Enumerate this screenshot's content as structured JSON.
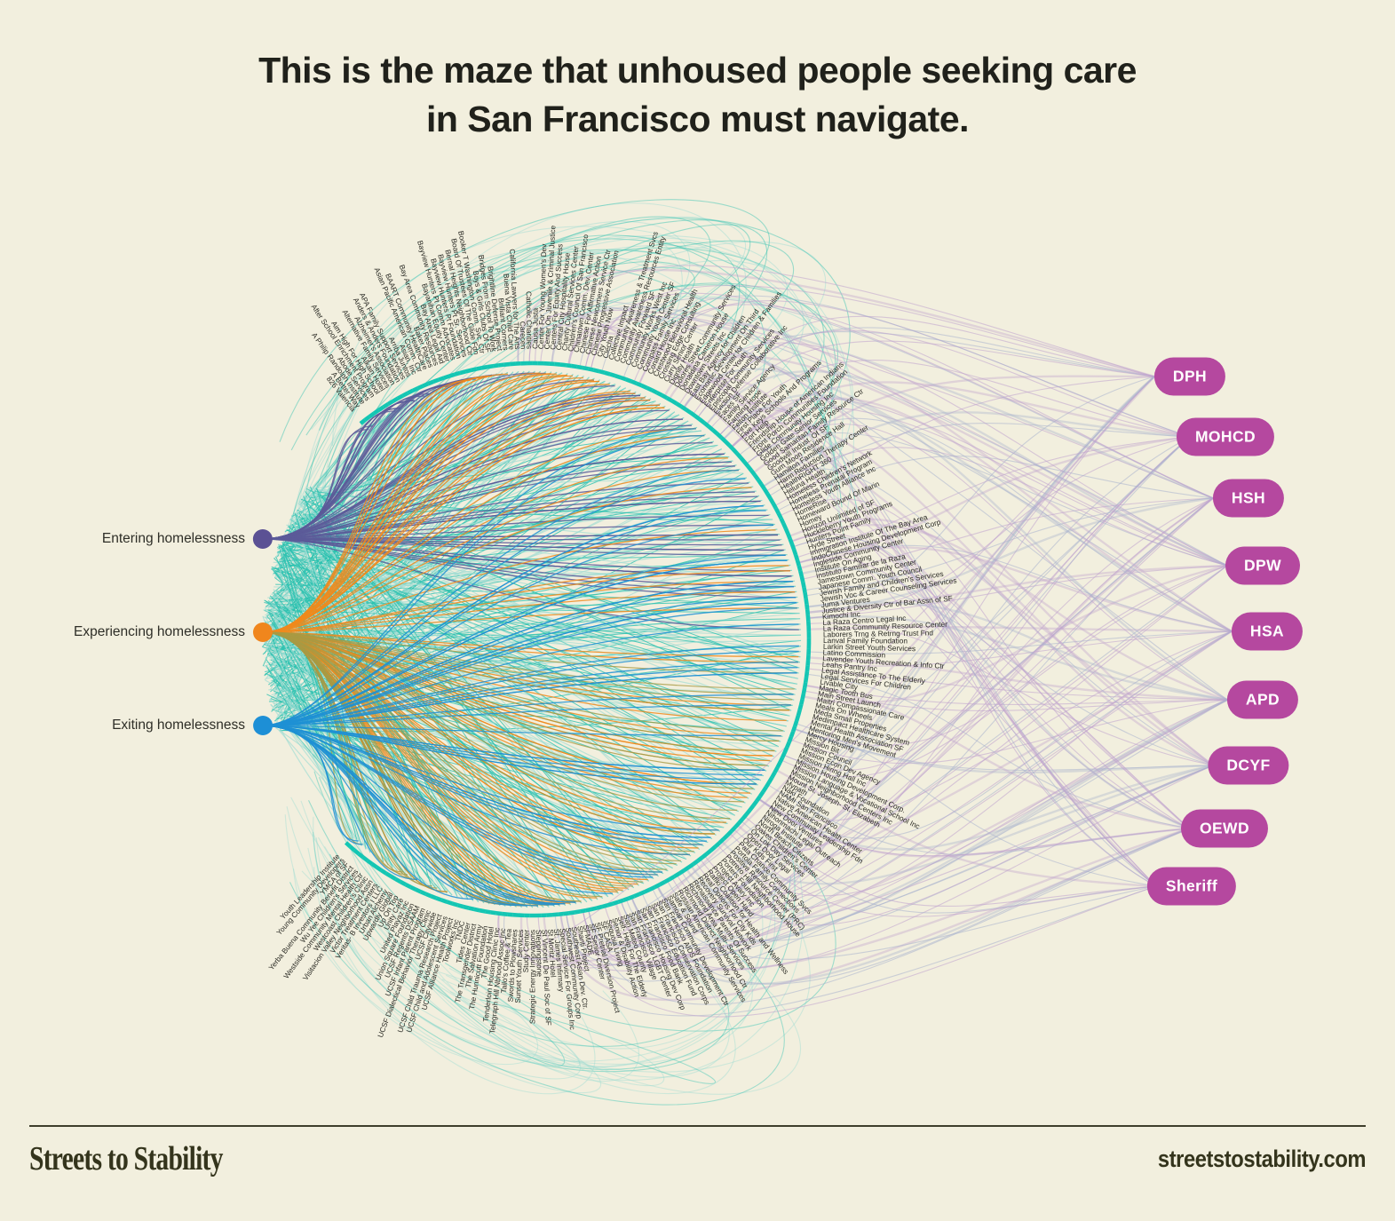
{
  "title": {
    "line1": "This is the maze that unhoused people seeking care",
    "line2": "in San Francisco must navigate."
  },
  "footer": {
    "brand": "Streets to Stability",
    "website": "streetstostability.com"
  },
  "chart_data": {
    "type": "network",
    "title": "This is the maze that unhoused people seeking care in San Francisco must navigate.",
    "description": "Radial network: three homelessness phases on the left connect to a ring of service organizations; ring organizations connect to city agencies on the right.",
    "left_nodes": [
      {
        "label": "Entering homelessness",
        "color": "#5b5194"
      },
      {
        "label": "Experiencing homelessness",
        "color": "#f0861d"
      },
      {
        "label": "Exiting homelessness",
        "color": "#1d8fd6"
      }
    ],
    "right_nodes": [
      {
        "label": "DPH"
      },
      {
        "label": "MOHCD"
      },
      {
        "label": "HSH"
      },
      {
        "label": "DPW"
      },
      {
        "label": "HSA"
      },
      {
        "label": "APD"
      },
      {
        "label": "DCYF"
      },
      {
        "label": "OEWD"
      },
      {
        "label": "Sheriff"
      }
    ],
    "palette": {
      "background": "#f2efde",
      "ring_teal": "#14c6b3",
      "chord_teal": "#2cc2b0",
      "chord_teal_light": "#9cdcd2",
      "entering": "#5c5b99",
      "experiencing": "#f08a1c",
      "exiting": "#1e90d4",
      "olive": "#a79a43",
      "lavender": "#bfa3cd",
      "lavender_grey": "#a9b2cd",
      "agency_pill": "#b5489f",
      "label_ink": "#2a2a24"
    },
    "ring_organizations": [
      "826 Valencia",
      "A Better Way",
      "A Philip Randolph Institute",
      "Abode Services",
      "After School Enrichment Program",
      "Aim High For High School",
      "Alkain Hotel",
      "Alternative Family Services",
      "Alzheimer's Association",
      "Anders & Anders Foundation",
      "APA Family Support Services",
      "Arriba Juntos",
      "Asian, Inc",
      "Asian Pacific American Comm. Ctr",
      "BAART Community HealthCare",
      "Baker Places",
      "Bay Area Community Resources",
      "Bay Area Legal Aid",
      "Bayanihan Equity Center",
      "Bayview Hunters Pt Comm Advocates",
      "Bayview Hunters Pt Foundation",
      "Bayview Hunters Pt Sr. Services",
      "Bernal Heights Neighborhood Ctr",
      "Board Of Trustees Of The Glide Fdn",
      "Booker T Washington Comm. Svc. Ctr",
      "Boys & Girls Clubs Of SF",
      "Bridges From School To Work",
      "Brightline Defense Project",
      "Brilliant Corners",
      "Buena Vista Child Care",
      "California Lawyers for The Arts",
      "Carecen",
      "Catholic Charities",
      "Causa Justa",
      "Center For Young Women's Dev",
      "Center On Juvenile & Criminal Justice",
      "Centers For Equity And Success",
      "Central City Hospitality House",
      "Charity Cultural Services Center",
      "Children's Council Of San Francisco",
      "Chinatown Comm. Dev. Center",
      "Chinese For Affirmative Action",
      "Chinese Newcomers Service Ctr",
      "Chinese Progressive Association",
      "City Youth Now",
      "Clecha",
      "Collective Impact",
      "Community Awareness & Treatment Svcs",
      "Community Awareness Resources Entity",
      "Community Forward SF",
      "Community Works West Inc",
      "Community Youth Center SF",
      "Compass Family Services",
      "Conard House Inc",
      "Crestwood Behavioral Health",
      "Crossing Edge Consulting",
      "Curry Senior Center",
      "Dignity Health",
      "Dolores Street Community Services",
      "Donaldina Cameron House",
      "Downtown Streets Inc",
      "East Bay Agency for Children",
      "Economic Development On Third",
      "Edgewood Center for Children & Families",
      "Enterprise For Youth",
      "Episcopal Community Services",
      "Eviction Defense Collaborative Inc",
      "Faces SF",
      "Family Service Agency",
      "Farming Hope",
      "Felton Institute",
      "First Place For Youth",
      "Five Keys Schools And Programs",
      "Fort Help",
      "Friendship House of American Indians",
      "Front Porch Communities Foundation",
      "Glide Community Housing Inc",
      "Golden Gate Senior Services",
      "Good Samaritan Family Resource Ctr",
      "Goodwill Indust. Of SF",
      "Gum Moon Residence Hall",
      "Hamilton Families",
      "Harm Reduction Therapy Center",
      "HealthRIGHT 360",
      "Heluna Health",
      "Homeless Children's Network",
      "Homeless Prenatal Program",
      "Homeless Youth Alliance Inc",
      "HomeRise",
      "Homeward Bound Of Marin",
      "Homey",
      "Horizon Unlimited of SF",
      "Huckleberry Youth Programs",
      "Hunters Point Family",
      "Hyde Street",
      "Immigration Institute Of The Bay Area",
      "IndoChinese Housing Development Corp",
      "Ingleside Community Center",
      "Institute On Aging",
      "Instituto Familiar de la Raza",
      "Jamestown Community Center",
      "Japanese Comm. Youth Council",
      "Jewish Family and Children's Services",
      "Jewish Voc & Career Counseling Services",
      "Juma Ventures",
      "Justice & Diversity Ctr of Bar Assn of SF",
      "Kimochi Inc",
      "La Raza Centro Legal Inc",
      "La Raza Community Resource Center",
      "Laborers Trng & Retrng Trust Fnd",
      "Lanval Family Foundation",
      "Larkin Street Youth Services",
      "Latino Commission",
      "Lavender Youth Recreation & Info Ctr",
      "Leahs Pantry Inc",
      "Legal Assistance To The Elderly",
      "Legal Services For Children",
      "Livable City",
      "Magic Tooth Bus",
      "Main Street Launch",
      "Maitri Compassionate Care",
      "Meals On Wheels",
      "Meda Small Properties",
      "Medimpact Healthcare System",
      "Mental Health Association SF",
      "Mentoring Men's Movement",
      "Mercy Housing",
      "Mission Bit",
      "Mission Council",
      "Mission Econ Dev Agency",
      "Mission Hiring Hall Inc",
      "Mission Housing Development Corp.",
      "Mission Language & Vocational School Inc",
      "Mission Neighborhood Centers Inc",
      "Mount St. Joseph- St. Elizabeth",
      "Mypath",
      "Naki Foundation",
      "NAMI San Francisco",
      "Native American Health Center",
      "New Community Leadership Fdn",
      "New Door Ventures",
      "Nihonmachi Legal Outreach",
      "Niroga Institute",
      "North Beach Citizens",
      "Oakes Children's Center",
      "On Lok Day Services",
      "Open Door Legal",
      "Our Kids First",
      "Pala Chance Community Svcs",
      "Portola Family Connections",
      "Positive Resource Center (PRC)",
      "Potrero Hill Neighborhood House",
      "Porters Foundation",
      "Project Avary Inc",
      "Project Open Hand",
      "Rafiki Coalition for Health and Wellness",
      "Real Options For City Kids",
      "Recovery Survival Network",
      "Renaissance Parents Of Success",
      "Richmond Area Multi- Services",
      "Richmond District Neighborhood Ctr",
      "Russian American Community Services",
      "Safe & Sound",
      "Samoan Community Development Ctr",
      "San Francisco AIDS Foundation",
      "San Francisco Conservation Corps",
      "San Francisco Education Fund",
      "San Francisco Food Bank",
      "San Francisco Housing Dev Corp",
      "San Francisco LGBT Center",
      "San Francisco Village",
      "San Mateo County",
      "Self- Help For The Elderly",
      "Senior & Disability Action",
      "Sequoia Living",
      "SF CASA",
      "SF Pretrial Diversion Project",
      "SF Senior Center",
      "SFMADE",
      "Shanti Project",
      "Southeast Asian Dev. Ctr.",
      "Southwest Community Corp",
      "Special Service For Groups Inc",
      "St. James Infirmary",
      "St Moritz Hotel",
      "St Vincent De Paul Soc of SF",
      "Steppingstone",
      "Strategic Energy Innovations",
      "Study Center",
      "Sunset Youth Services",
      "Swords to Plowshares",
      "Tailo's Coffee & Tea",
      "Telegraph Hill Nbhood Assoc Inc",
      "Tenderloin Housing Clinic Inc",
      "The Good Hotel",
      "The Hunnicutt Foundation",
      "The Salvation Army",
      "The Transgender District",
      "Tides Center",
      "TNDC",
      "Toolworks Inc",
      "UCSF Alliance Health Project",
      "UCSF Child and Adolescent Services",
      "UCSF Child Trauma Research Project",
      "UCSF Citywide",
      "UCSF Dialectical Behavior Therapy Clinic",
      "UCSF Infant Parent Program",
      "UCSF Regents DSAAM",
      "Union Square Foundation",
      "United Playaz Inc",
      "Unity Care",
      "Up On Top",
      "Upwardly Global",
      "Urban Alchemy",
      "Veritas- B Investors I LLC",
      "Victor Treatment Centers",
      "Visitacion Valley Neighborhood Assn",
      "Westcoast Children's Clinic",
      "Westside Community Mental Health Ctr",
      "Wu Yee Children's Services",
      "Yerba Buena Community Benefit District",
      "YMCA of SF",
      "Young Community Developers",
      "Youth Leadership Institute"
    ]
  }
}
